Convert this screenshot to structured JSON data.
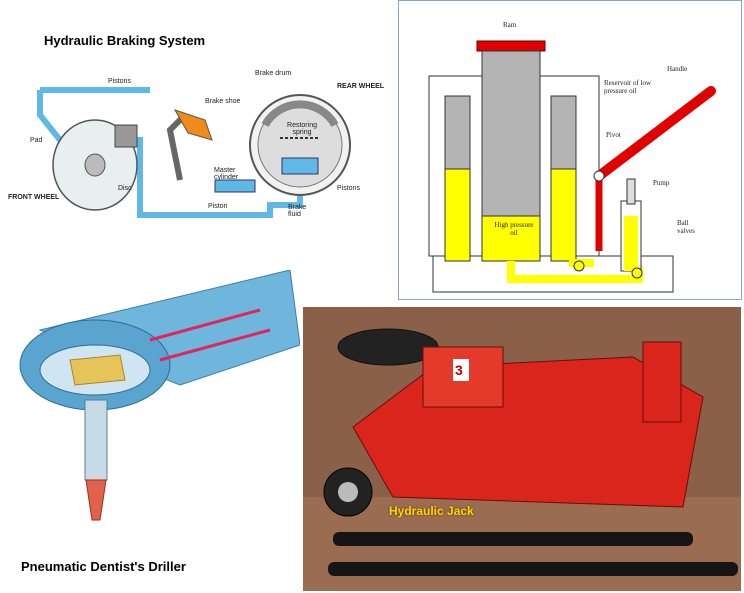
{
  "brake": {
    "title": "Hydraulic Braking System",
    "labels": {
      "pistons_top": "Pistons",
      "pad": "Pad",
      "front_wheel": "FRONT WHEEL",
      "disc": "Disc",
      "brake_drum": "Brake drum",
      "brake_shoe": "Brake shoe",
      "rear_wheel": "REAR WHEEL",
      "restoring_spring": "Restoring spring",
      "master_cylinder": "Master cylinder",
      "pistons_rear": "Pistons",
      "piston": "Piston",
      "brake_fluid": "Brake fluid"
    }
  },
  "jack_diagram": {
    "labels": {
      "ram": "Ram",
      "reservoir": "Reservoir of low pressure oil",
      "handle": "Handle",
      "pivot": "Pivot",
      "pump": "Pump",
      "high_pressure": "High pressure oil",
      "ball_valves": "Ball valves"
    },
    "colors": {
      "oil": "#ffff00",
      "gray": "#b4b4b4",
      "handle": "#e00000",
      "ram_cap": "#e00000"
    }
  },
  "drill": {
    "title": "Pneumatic Dentist's Driller"
  },
  "photo": {
    "caption": "Hydraulic Jack",
    "badge": "3"
  }
}
